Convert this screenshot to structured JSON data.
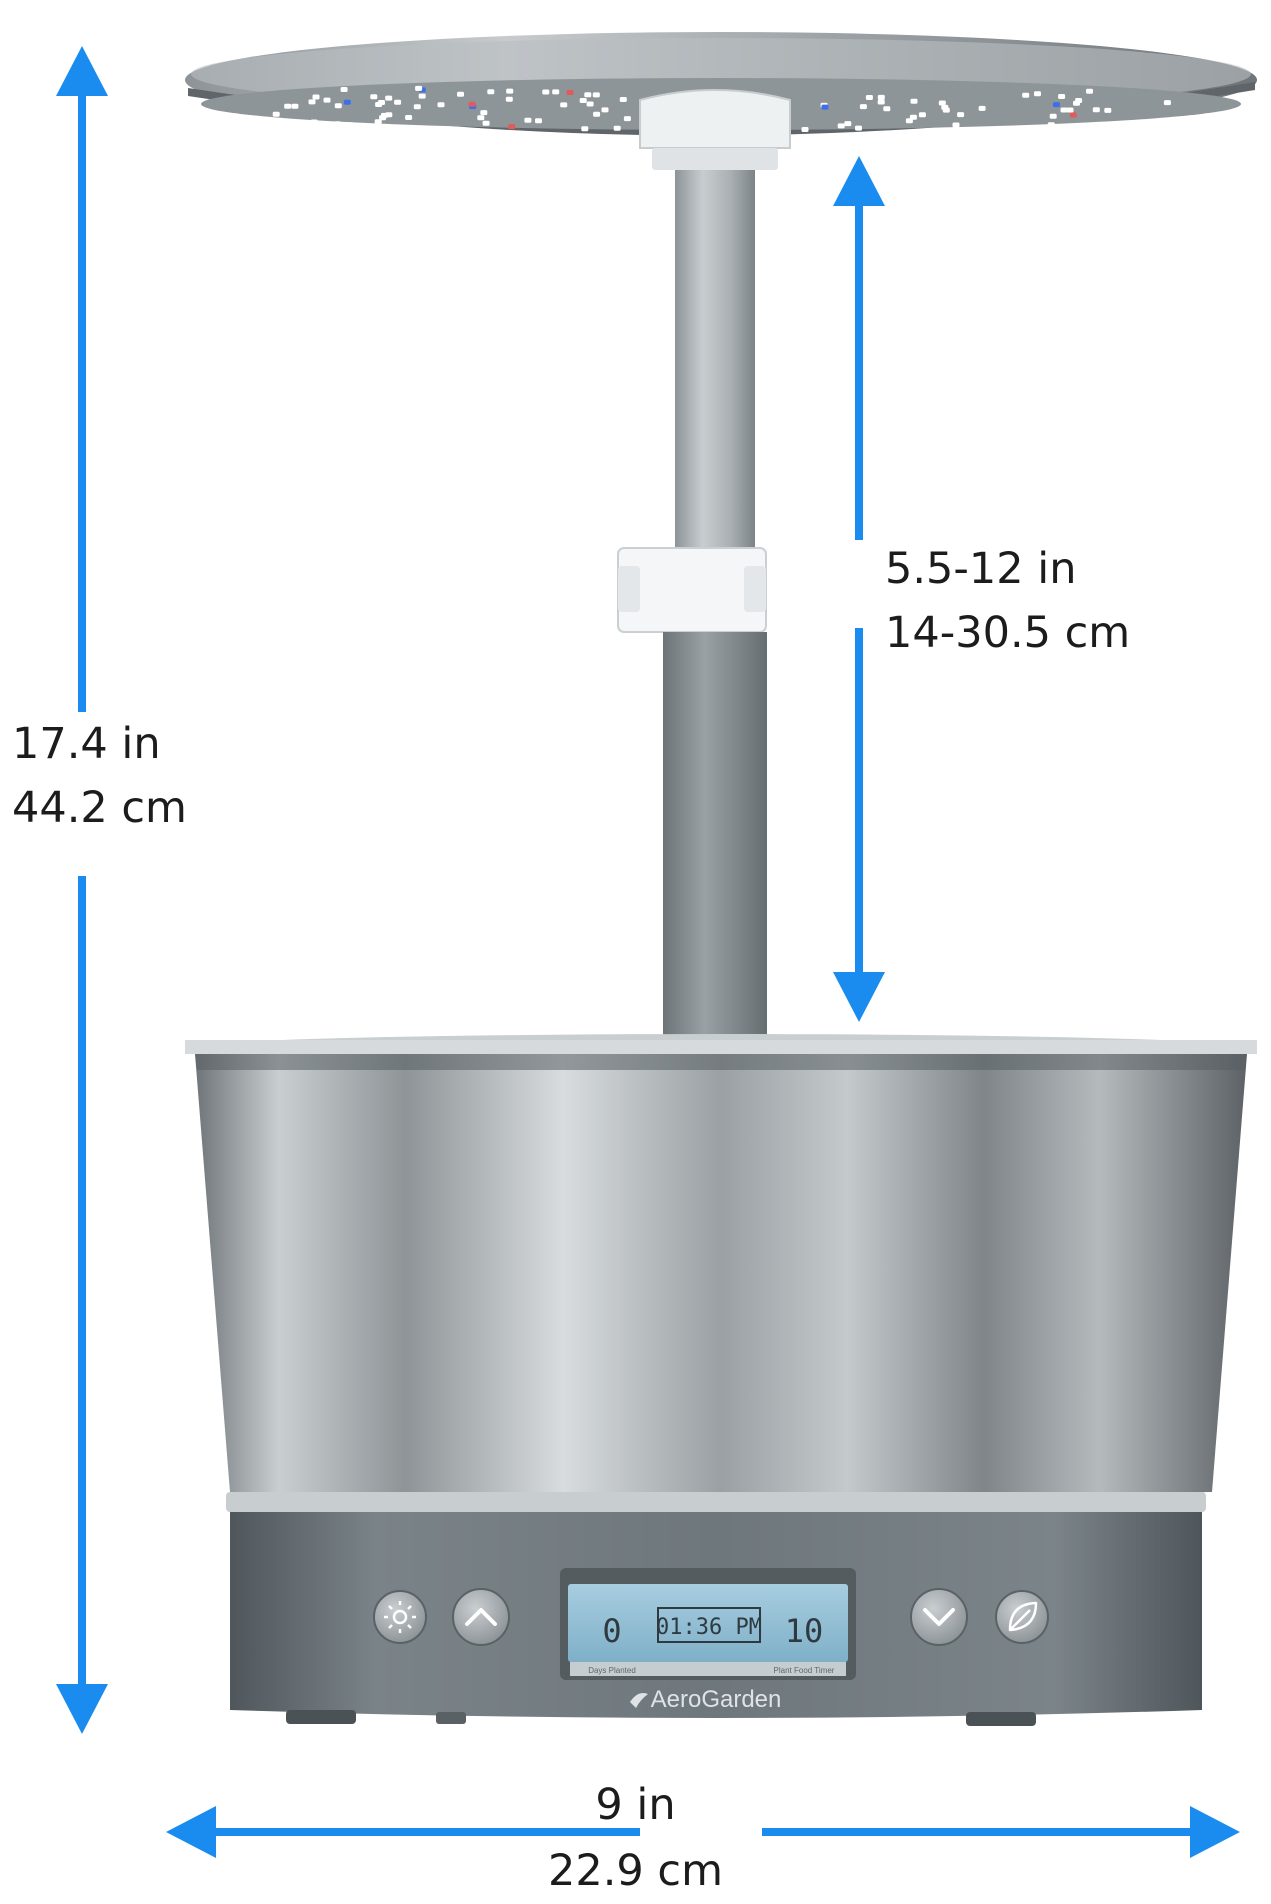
{
  "dimensions": {
    "total_height": {
      "imperial": "17.4 in",
      "metric": "44.2 cm"
    },
    "light_extension": {
      "imperial": "5.5-12 in",
      "metric": "14-30.5 cm"
    },
    "base_width": {
      "imperial": "9 in",
      "metric": "22.9 cm"
    }
  },
  "product": {
    "brand_logo_text": "AeroGarden",
    "display": {
      "days_planted": "0",
      "time": "01:36 PM",
      "plant_food_timer": "10",
      "days_planted_caption": "Days Planted",
      "plant_food_caption": "Plant Food Timer"
    },
    "buttons": [
      "light",
      "up",
      "down",
      "plant-food"
    ]
  },
  "colors": {
    "arrow": "#1a8cf0",
    "base_gray": "#6d767b",
    "steel": "#b9bec2",
    "lcd": "#8fbcd3"
  }
}
